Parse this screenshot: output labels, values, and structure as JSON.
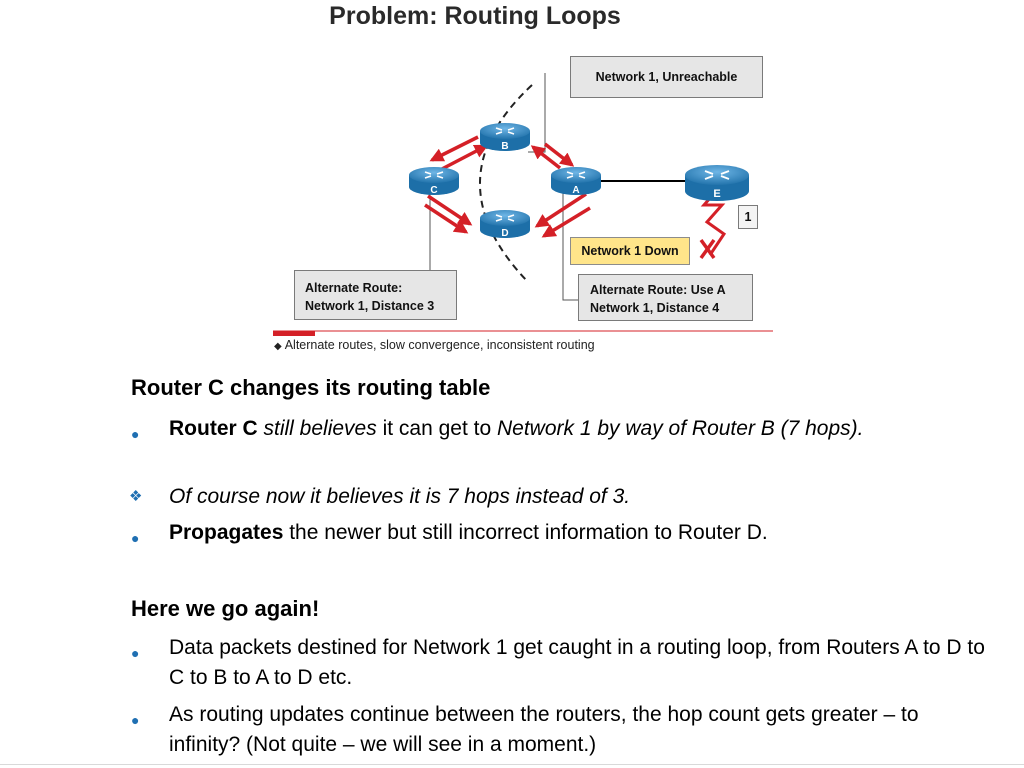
{
  "slide": {
    "title": "Problem: Routing Loops",
    "diagram": {
      "routers": [
        "B",
        "C",
        "A",
        "D",
        "E"
      ],
      "callouts": {
        "unreachable": "Network 1, Unreachable",
        "hop_box": "1",
        "network_down": "Network 1 Down",
        "alt_c_line1": "Alternate Route:",
        "alt_c_line2": "Network 1, Distance 3",
        "alt_a_line1": "Alternate Route: Use A",
        "alt_a_line2": "Network 1, Distance 4"
      },
      "caption": "Alternate routes, slow convergence, inconsistent routing",
      "colors": {
        "arrow": "#d42027",
        "router": "#2f87c4",
        "callout_bg": "#e6e6e6",
        "highlight": "#ffe58a",
        "rule": "#d42027"
      }
    },
    "section1": {
      "heading": "Router C changes its routing table",
      "bullet1": {
        "bold": "Router C",
        "italic1": "still believes",
        "plain": "it can get to",
        "italic2": "Network 1 by way of Router B (7 hops)."
      },
      "sub": "Of course now it believes it is 7 hops instead of 3.",
      "bullet2": {
        "bold": "Propagates",
        "plain": "the newer but still incorrect information to Router D."
      }
    },
    "section2": {
      "heading": "Here we go again!",
      "bullet1": "Data packets destined for Network 1 get caught in a routing loop, from Routers A to D to C to B to A to D etc.",
      "bullet2": "As routing updates continue between the routers, the hop count gets greater – to infinity?  (Not quite – we will see in a moment.)"
    }
  }
}
